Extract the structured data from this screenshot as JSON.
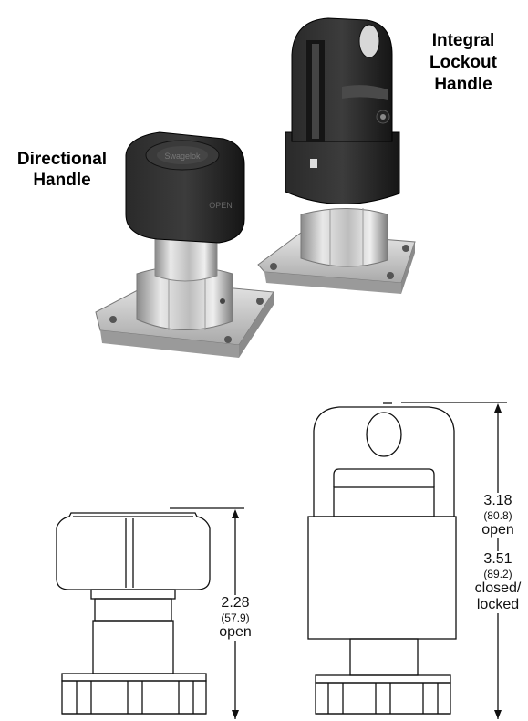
{
  "labels": {
    "directional": [
      "Directional",
      "Handle"
    ],
    "lockout": [
      "Integral",
      "Lockout",
      "Handle"
    ]
  },
  "handle_engravings": {
    "directional_top": "Swagelok",
    "directional_side": "OPEN"
  },
  "dimensions": {
    "left": {
      "value": "2.28",
      "metric": "(57.9)",
      "state": "open"
    },
    "right_open": {
      "value": "3.18",
      "metric": "(80.8)",
      "state": "open"
    },
    "right_closed": {
      "value": "3.51",
      "metric": "(89.2)",
      "state_line1": "closed/",
      "state_line2": "locked"
    }
  },
  "colors": {
    "handle_black": "#1f1f1f",
    "steel": "#c9c9c9",
    "line": "#111111"
  }
}
